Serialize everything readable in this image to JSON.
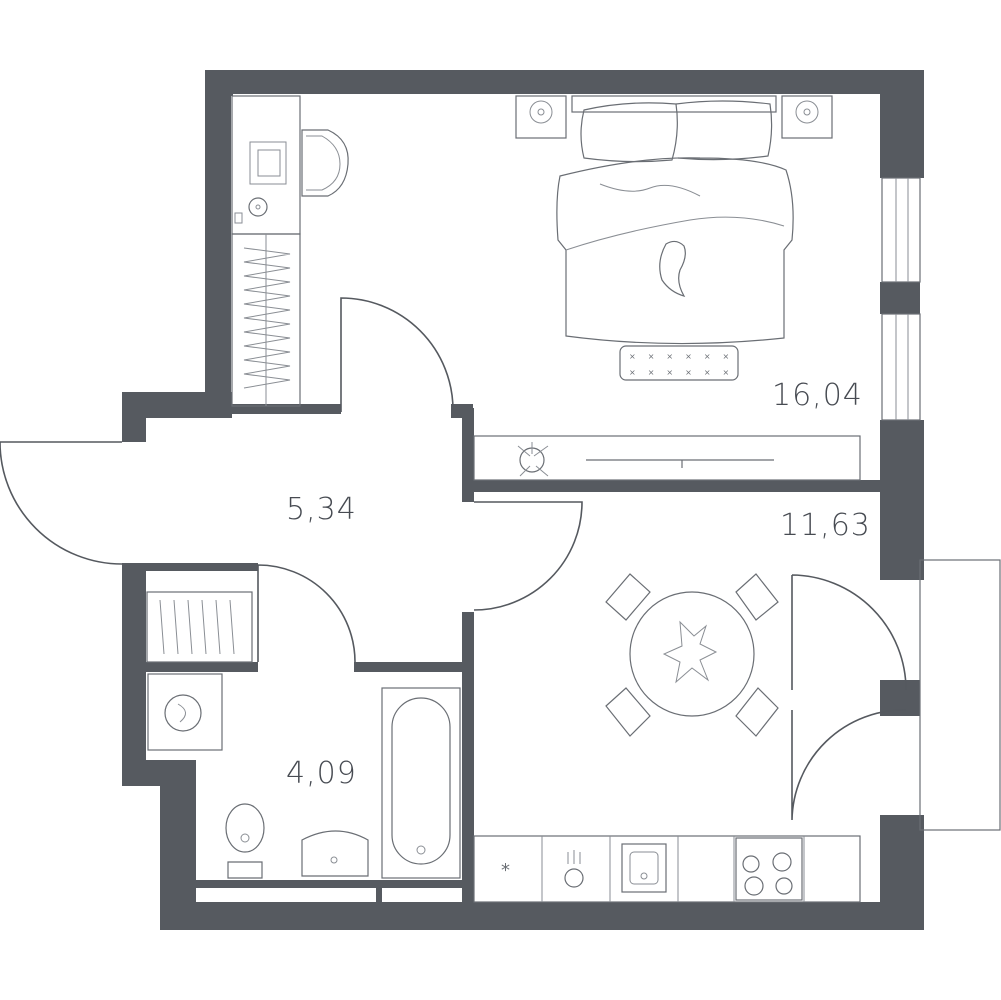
{
  "plan": {
    "rooms": [
      {
        "id": "bedroom",
        "area": "16,04"
      },
      {
        "id": "kitchen",
        "area": "11,63"
      },
      {
        "id": "hall",
        "area": "5,34"
      },
      {
        "id": "bathroom",
        "area": "4,09"
      }
    ]
  },
  "colors": {
    "wall": "#565a60",
    "line": "#6a6e74",
    "text": "#474b52",
    "background": "#ffffff"
  },
  "icons": [
    "bed-icon",
    "pillow-icon",
    "nightstand-icon",
    "cat-icon",
    "rug-icon",
    "desk-icon",
    "chair-icon",
    "lamp-icon",
    "wardrobe-icon",
    "tv-stand-icon",
    "plant-icon",
    "dining-table-icon",
    "dining-chair-icon",
    "fridge-icon",
    "sink-icon",
    "stove-icon",
    "washing-machine-icon",
    "toilet-icon",
    "washbasin-icon",
    "bathtub-icon",
    "door-icon",
    "window-icon"
  ]
}
